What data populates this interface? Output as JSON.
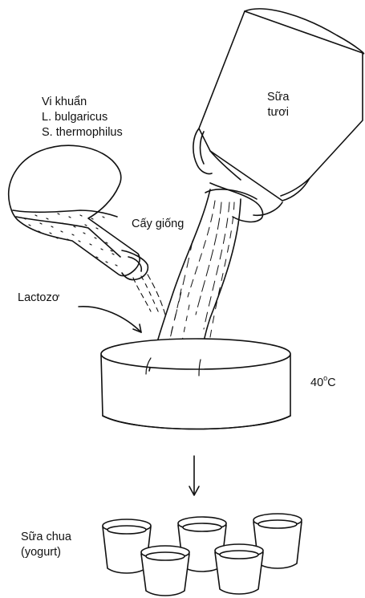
{
  "labels": {
    "bacteria_line1": "Vi khuẩn",
    "bacteria_line2": "L. bulgaricus",
    "bacteria_line3": "S. thermophilus",
    "fresh_milk_line1": "Sữa",
    "fresh_milk_line2": "tươi",
    "inoculation": "Cấy giống",
    "lactose": "Lactozơ",
    "temperature_value": "40",
    "temperature_degree": "o",
    "temperature_unit": "C",
    "yogurt_line1": "Sữa chua",
    "yogurt_line2": "(yogurt)"
  },
  "colors": {
    "ink": "#111111",
    "background": "#ffffff"
  }
}
